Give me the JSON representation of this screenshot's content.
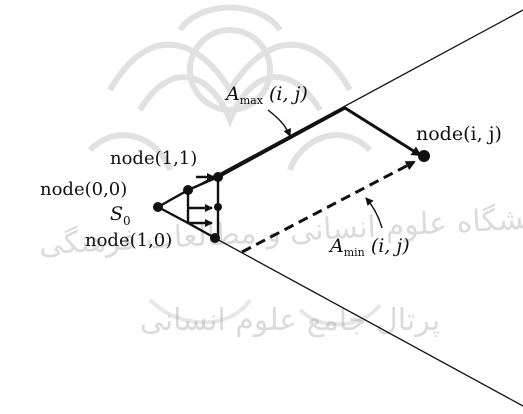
{
  "watermark": {
    "line1": "پژوهشگاه علوم انسانی و مطالعات فرهنگی",
    "line2": "پرتال جامع علوم انسانی"
  },
  "labels": {
    "node_ij": "node(i, j)",
    "node_11": "node(1,1)",
    "node_00": "node(0,0)",
    "node_10": "node(1,0)",
    "s0_main": "S",
    "s0_sub": "0",
    "amax_main": "A",
    "amax_sub": "max",
    "amax_args": " (i, j)",
    "amin_main": "A",
    "amin_sub": "min",
    "amin_args": " (i, j)"
  },
  "colors": {
    "ink": "#111111",
    "watermark": "#9a9a9a"
  }
}
